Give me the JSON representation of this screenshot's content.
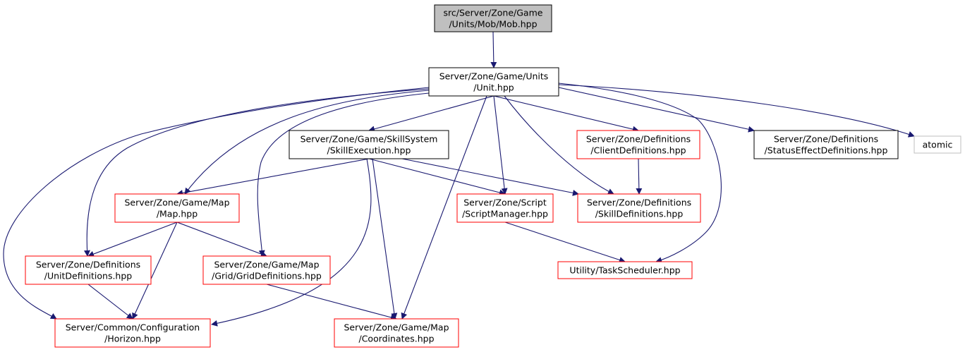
{
  "nodes": [
    {
      "id": "mob",
      "lines": [
        "src/Server/Zone/Game",
        "/Units/Mob/Mob.hpp"
      ],
      "fill": "#bfbfbf",
      "stroke": "#000000"
    },
    {
      "id": "unit",
      "lines": [
        "Server/Zone/Game/Units",
        "/Unit.hpp"
      ],
      "fill": "#ffffff",
      "stroke": "#000000"
    },
    {
      "id": "skillexec",
      "lines": [
        "Server/Zone/Game/SkillSystem",
        "/SkillExecution.hpp"
      ],
      "fill": "#ffffff",
      "stroke": "#000000"
    },
    {
      "id": "clientdefs",
      "lines": [
        "Server/Zone/Definitions",
        "/ClientDefinitions.hpp"
      ],
      "fill": "#ffffff",
      "stroke": "#ff0000"
    },
    {
      "id": "statusdefs",
      "lines": [
        "Server/Zone/Definitions",
        "/StatusEffectDefinitions.hpp"
      ],
      "fill": "#ffffff",
      "stroke": "#000000"
    },
    {
      "id": "atomic",
      "lines": [
        "atomic"
      ],
      "fill": "#ffffff",
      "stroke": "#bfbfbf"
    },
    {
      "id": "map",
      "lines": [
        "Server/Zone/Game/Map",
        "/Map.hpp"
      ],
      "fill": "#ffffff",
      "stroke": "#ff0000"
    },
    {
      "id": "scriptmgr",
      "lines": [
        "Server/Zone/Script",
        "/ScriptManager.hpp"
      ],
      "fill": "#ffffff",
      "stroke": "#ff0000"
    },
    {
      "id": "skilldefs",
      "lines": [
        "Server/Zone/Definitions",
        "/SkillDefinitions.hpp"
      ],
      "fill": "#ffffff",
      "stroke": "#ff0000"
    },
    {
      "id": "unitdefs",
      "lines": [
        "Server/Zone/Definitions",
        "/UnitDefinitions.hpp"
      ],
      "fill": "#ffffff",
      "stroke": "#ff0000"
    },
    {
      "id": "griddefs",
      "lines": [
        "Server/Zone/Game/Map",
        "/Grid/GridDefinitions.hpp"
      ],
      "fill": "#ffffff",
      "stroke": "#ff0000"
    },
    {
      "id": "taskscheduler",
      "lines": [
        "Utility/TaskScheduler.hpp"
      ],
      "fill": "#ffffff",
      "stroke": "#ff0000"
    },
    {
      "id": "horizon",
      "lines": [
        "Server/Common/Configuration",
        "/Horizon.hpp"
      ],
      "fill": "#ffffff",
      "stroke": "#ff0000"
    },
    {
      "id": "coords",
      "lines": [
        "Server/Zone/Game/Map",
        "/Coordinates.hpp"
      ],
      "fill": "#ffffff",
      "stroke": "#ff0000"
    }
  ],
  "edges": [
    [
      "mob",
      "unit"
    ],
    [
      "unit",
      "skillexec"
    ],
    [
      "unit",
      "clientdefs"
    ],
    [
      "unit",
      "statusdefs"
    ],
    [
      "unit",
      "atomic"
    ],
    [
      "unit",
      "map"
    ],
    [
      "unit",
      "scriptmgr"
    ],
    [
      "unit",
      "skilldefs"
    ],
    [
      "unit",
      "unitdefs"
    ],
    [
      "unit",
      "griddefs"
    ],
    [
      "unit",
      "taskscheduler"
    ],
    [
      "unit",
      "horizon"
    ],
    [
      "unit",
      "coords"
    ],
    [
      "skillexec",
      "map"
    ],
    [
      "skillexec",
      "scriptmgr"
    ],
    [
      "skillexec",
      "skilldefs"
    ],
    [
      "skillexec",
      "horizon"
    ],
    [
      "skillexec",
      "coords"
    ],
    [
      "clientdefs",
      "skilldefs"
    ],
    [
      "map",
      "unitdefs"
    ],
    [
      "map",
      "griddefs"
    ],
    [
      "map",
      "horizon"
    ],
    [
      "scriptmgr",
      "taskscheduler"
    ],
    [
      "unitdefs",
      "horizon"
    ],
    [
      "griddefs",
      "coords"
    ]
  ],
  "colors": {
    "edge": "#191970",
    "text": "#000000"
  }
}
